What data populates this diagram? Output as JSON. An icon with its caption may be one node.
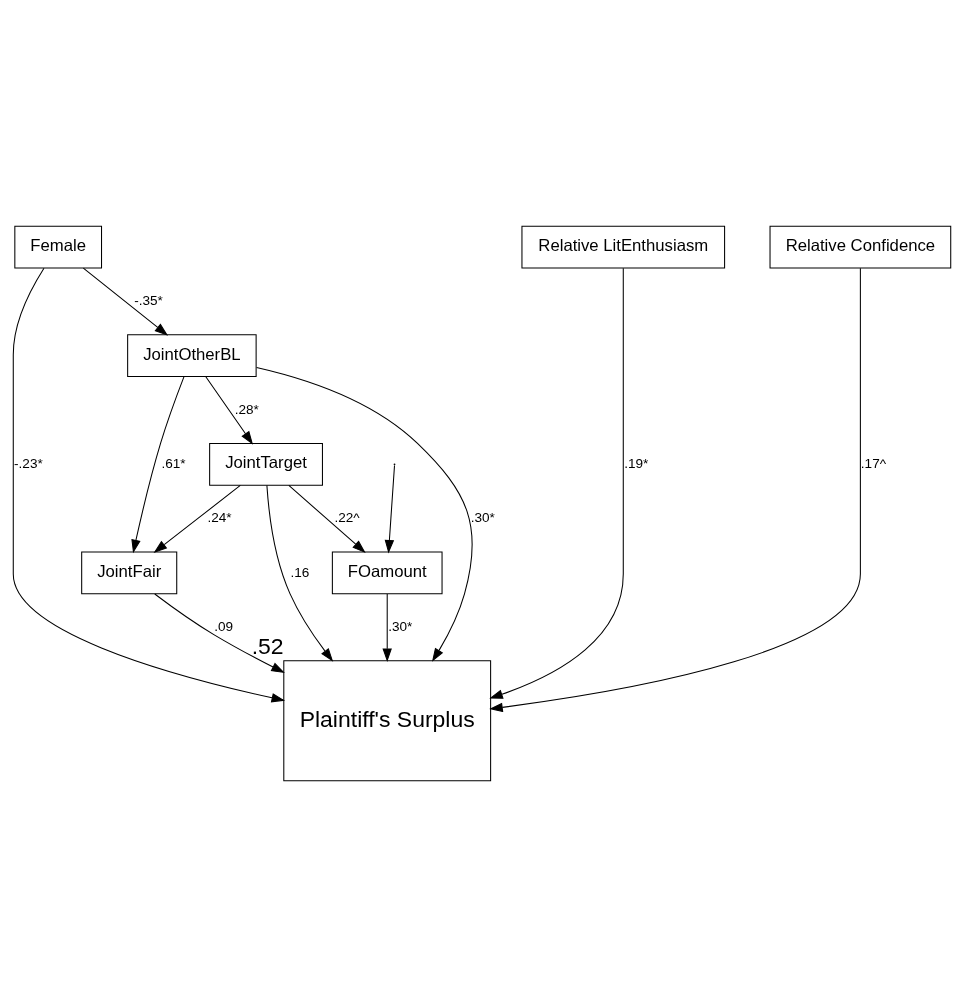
{
  "diagram": {
    "nodes": [
      {
        "text": [
          "Female"
        ]
      },
      {
        "text": [
          "Relative LitEnthusiasm"
        ]
      },
      {
        "text": [
          "Relative Confidence"
        ]
      },
      {
        "text": [
          "JointOtherBL"
        ]
      },
      {
        "text": [
          "Plaintiff's Surplus"
        ],
        "beside": [
          ".52"
        ]
      },
      {
        "text": [
          "JointFair"
        ]
      },
      {
        "text": [
          "JointTarget"
        ]
      },
      {
        "text": [
          "FOamount"
        ]
      }
    ],
    "edges": [
      {
        "from": 0,
        "to": 3,
        "arrow": "to",
        "label": "-.35*"
      },
      {
        "from": 0,
        "to": 4,
        "arrow": "to",
        "label": "-.23*"
      },
      {
        "from": 1,
        "to": 4,
        "arrow": "to",
        "label": ".19*"
      },
      {
        "from": 2,
        "to": 4,
        "arrow": "to",
        "label": ".17^"
      },
      {
        "from": 3,
        "to": 4,
        "arrow": "to",
        "label": ".30*"
      },
      {
        "from": 3,
        "to": 5,
        "arrow": "to",
        "label": ".61*"
      },
      {
        "from": 3,
        "to": 6,
        "arrow": "to",
        "label": ".28*"
      },
      {
        "from": 5,
        "to": 4,
        "arrow": "to",
        "label": ".09"
      },
      {
        "from": 6,
        "to": 5,
        "arrow": "to",
        "label": ".24*"
      },
      {
        "from": 6,
        "to": 4,
        "arrow": "to",
        "label": ".16"
      },
      {
        "from": 6,
        "to": 7,
        "arrow": "to",
        "label": ".22^"
      },
      {
        "from": 7,
        "to": 4,
        "arrow": "to",
        "label": ".30*"
      },
      {
        "from": null,
        "to": 7,
        "arrow": "to"
      }
    ]
  }
}
